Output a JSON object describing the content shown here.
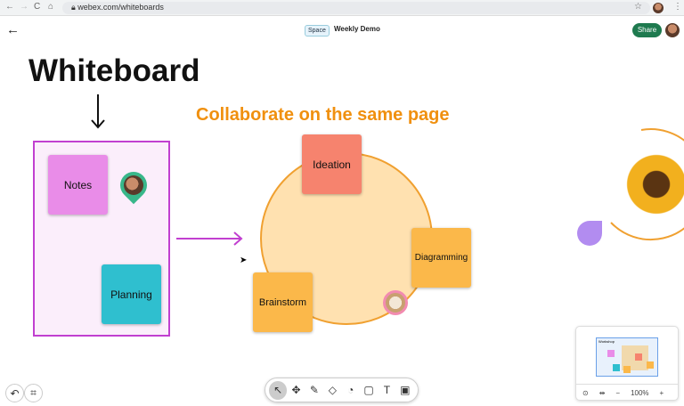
{
  "browser": {
    "url": "webex.com/whiteboards",
    "back": "←",
    "forward": "→",
    "reload": "C",
    "home": "⌂",
    "star": "☆",
    "menu": "⋮"
  },
  "header": {
    "back_icon": "←",
    "space_badge": "Space",
    "title": "Weekly Demo",
    "share_label": "Share"
  },
  "canvas": {
    "title": "Whiteboard",
    "subtitle": "Collaborate on the same page",
    "stickies": {
      "notes": "Notes",
      "planning": "Planning",
      "ideation": "Ideation",
      "diagramming": "Diagramming",
      "brainstorm": "Brainstorm"
    },
    "colors": {
      "frame": "#c13fd0",
      "notes": "#e98ce8",
      "planning": "#2fbfcf",
      "ideation": "#f6836e",
      "orange": "#fbb84a",
      "accent": "#f0900f"
    }
  },
  "minimap": {
    "frame_label": "Workshop",
    "zoom": "100%",
    "minus": "−",
    "plus": "+"
  }
}
